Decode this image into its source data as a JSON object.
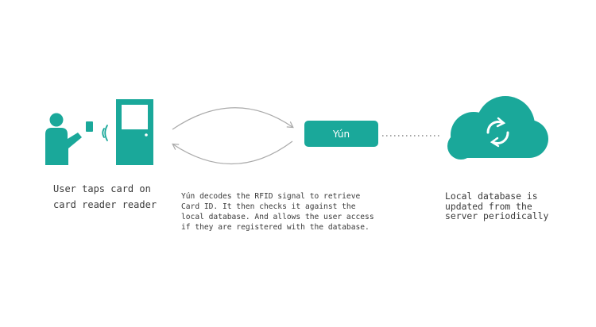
{
  "colors": {
    "accent": "#1aa89a",
    "arrow": "#aaaaaa",
    "text": "#3a3a3a"
  },
  "user": {
    "caption": "User taps card on\ncard reader reader"
  },
  "yun": {
    "label": "Yún",
    "caption": "Yún decodes the RFID signal to retrieve\nCard ID. It then checks it against the\nlocal database. And allows the user access\nif they are registered with the database."
  },
  "cloud": {
    "icon": "sync-icon",
    "caption": "Local database is\nupdated from the\nserver periodically"
  }
}
